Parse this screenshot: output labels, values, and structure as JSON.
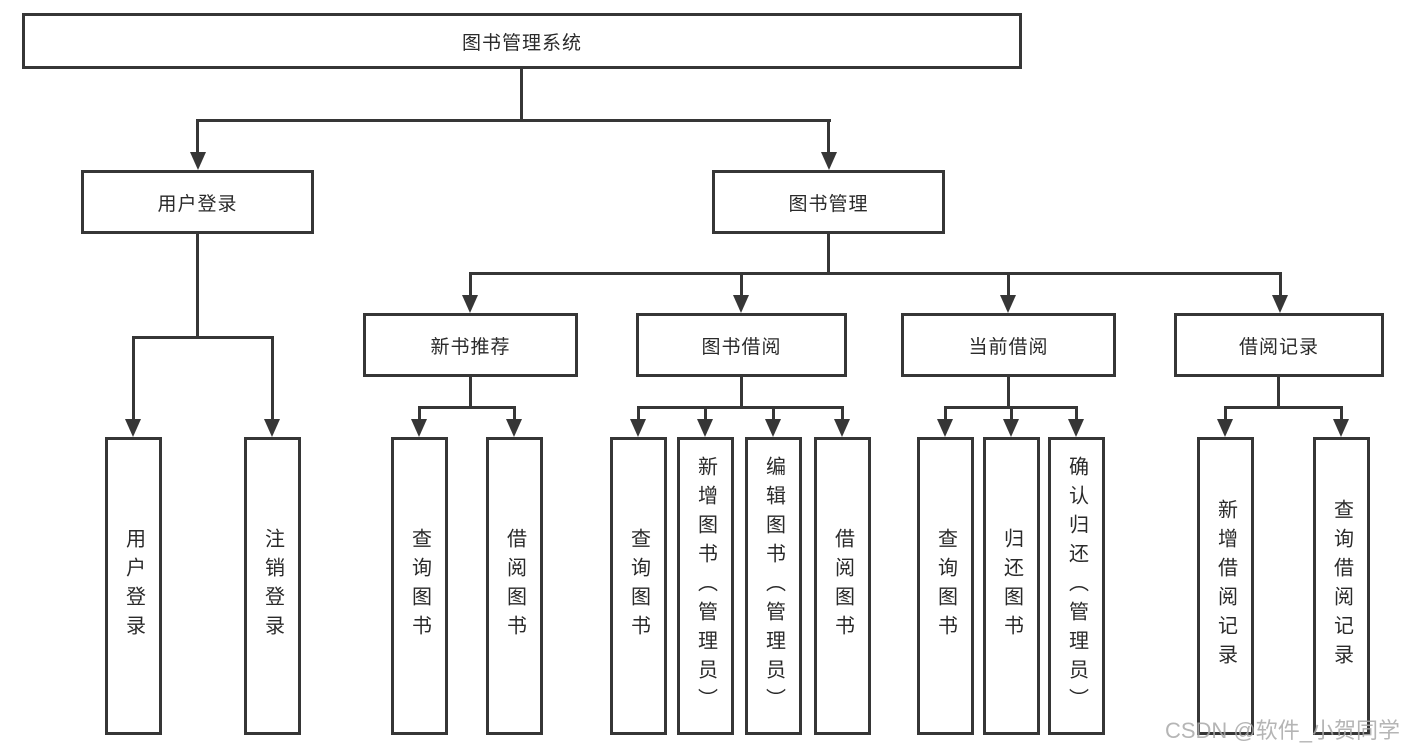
{
  "colors": {
    "line": "#363636",
    "box_border": "#363636",
    "box_background": "#ffffff",
    "text": "#2a2a2a",
    "watermark": "#a9a9a9",
    "page_background": "#ffffff"
  },
  "watermark": {
    "text": "CSDN @软件_小贺同学"
  },
  "tree": {
    "label": "图书管理系统",
    "children": [
      {
        "label": "用户登录",
        "children": [
          {
            "label": "用户登录"
          },
          {
            "label": "注销登录"
          }
        ]
      },
      {
        "label": "图书管理",
        "children": [
          {
            "label": "新书推荐",
            "children": [
              {
                "label": "查询图书"
              },
              {
                "label": "借阅图书"
              }
            ]
          },
          {
            "label": "图书借阅",
            "children": [
              {
                "label": "查询图书"
              },
              {
                "label": "新增图书（管理员）"
              },
              {
                "label": "编辑图书（管理员）"
              },
              {
                "label": "借阅图书"
              }
            ]
          },
          {
            "label": "当前借阅",
            "children": [
              {
                "label": "查询图书"
              },
              {
                "label": "归还图书"
              },
              {
                "label": "确认归还（管理员）"
              }
            ]
          },
          {
            "label": "借阅记录",
            "children": [
              {
                "label": "新增借阅记录"
              },
              {
                "label": "查询借阅记录"
              }
            ]
          }
        ]
      }
    ]
  }
}
